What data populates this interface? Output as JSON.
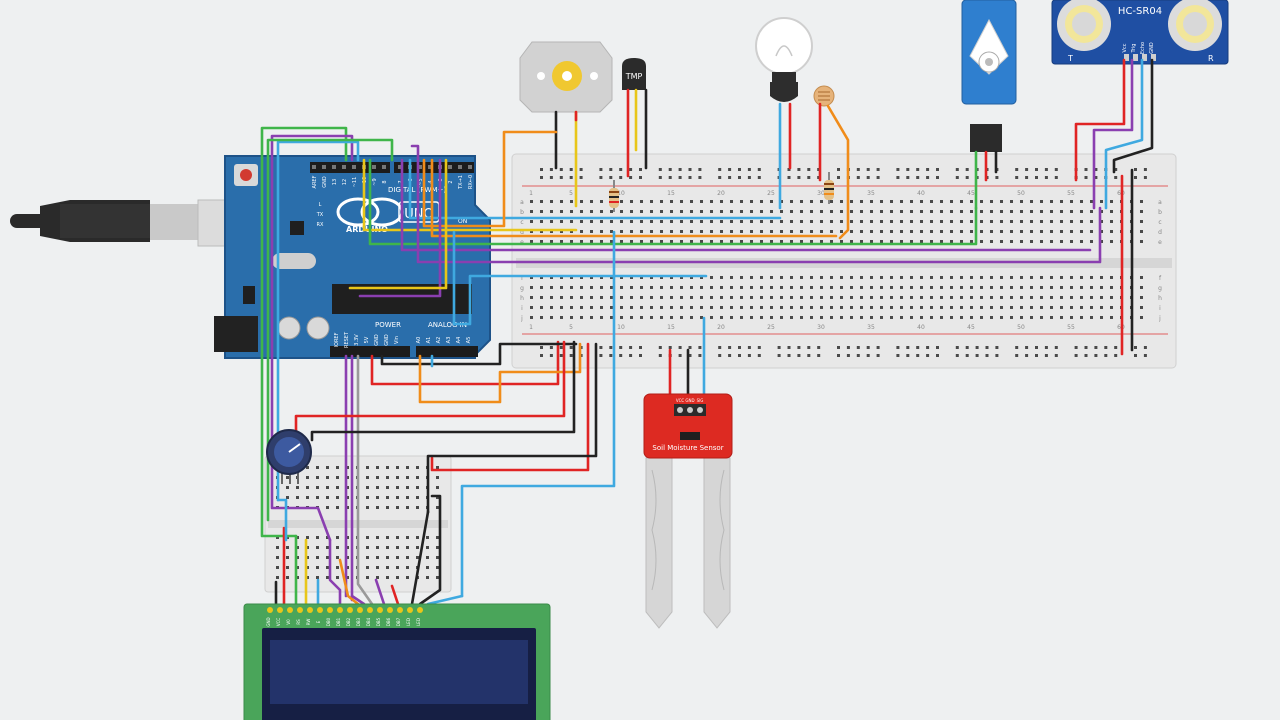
{
  "arduino": {
    "digital_label": "DIGITAL (PWM~)",
    "brand": "ARDUINO",
    "model": "UNO",
    "on_label": "ON",
    "power_label": "POWER",
    "analog_label": "ANALOG IN",
    "led_labels": [
      "L",
      "TX",
      "RX"
    ],
    "digital_pins": [
      "AREF",
      "GND",
      "13",
      "12",
      "~11",
      "~10",
      "~9",
      "8",
      "7",
      "~6",
      "~5",
      "4",
      "~3",
      "2",
      "TX→1",
      "RX←0"
    ],
    "power_pins": [
      "IOREF",
      "RESET",
      "3.3V",
      "5V",
      "GND",
      "GND",
      "Vin"
    ],
    "analog_pins": [
      "A0",
      "A1",
      "A2",
      "A3",
      "A4",
      "A5"
    ]
  },
  "main_breadboard": {
    "column_numbers": [
      "1",
      "5",
      "10",
      "15",
      "20",
      "25",
      "30",
      "35",
      "40",
      "45",
      "50",
      "55",
      "60"
    ],
    "row_letters": [
      "a",
      "b",
      "c",
      "d",
      "e",
      "f",
      "g",
      "h",
      "i",
      "j"
    ]
  },
  "ultrasonic": {
    "name": "HC-SR04",
    "pins": [
      "Vcc",
      "Trig",
      "Echo",
      "GND"
    ],
    "left_mark": "T",
    "right_mark": "R"
  },
  "temp_sensor": {
    "label": "TMP"
  },
  "soil_sensor": {
    "label": "Soil Moisture Sensor",
    "pins": [
      "VCC",
      "GND",
      "SIG"
    ]
  },
  "lcd": {
    "pins": [
      "GND",
      "VCC",
      "V0",
      "RS",
      "RW",
      "E",
      "DB0",
      "DB1",
      "DB2",
      "DB3",
      "DB4",
      "DB5",
      "DB6",
      "DB7",
      "LED",
      "LED"
    ]
  },
  "colors": {
    "background": "#eef0f1",
    "arduino": "#2a6eab",
    "breadboard": "#e8e8e8",
    "lcd_pcb": "#4aa55a",
    "lcd_screen": "#23336a",
    "sensor_red": "#dd2a22",
    "hcsr04": "#1f4fa3",
    "servo": "#2f7fcf",
    "wire_red": "#e02424",
    "wire_black": "#222222",
    "wire_green": "#3fb54a",
    "wire_orange": "#f08c1a",
    "wire_blue": "#3fa9e0",
    "wire_purple": "#8a3fb0",
    "wire_yellow": "#e8c61a",
    "wire_gray": "#9a9a9a"
  }
}
